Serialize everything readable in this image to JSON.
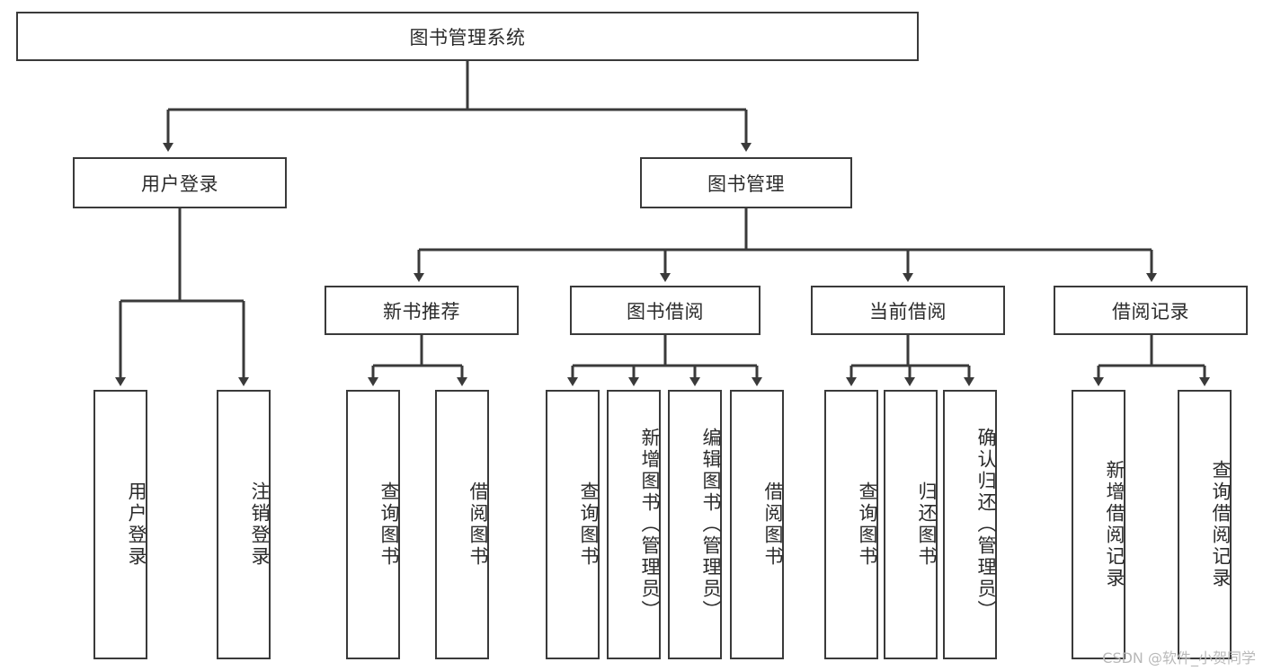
{
  "diagram": {
    "type": "tree",
    "title": "图书管理系统",
    "root": {
      "id": "root",
      "label": "图书管理系统"
    },
    "level2": [
      {
        "id": "user-login",
        "label": "用户登录"
      },
      {
        "id": "book-manage",
        "label": "图书管理"
      }
    ],
    "level3": [
      {
        "id": "new-book-rec",
        "label": "新书推荐",
        "parent": "book-manage"
      },
      {
        "id": "book-borrow",
        "label": "图书借阅",
        "parent": "book-manage"
      },
      {
        "id": "current-borrow",
        "label": "当前借阅",
        "parent": "book-manage"
      },
      {
        "id": "borrow-record",
        "label": "借阅记录",
        "parent": "book-manage"
      }
    ],
    "leaves": [
      {
        "id": "leaf-user-login",
        "label": "用户登录",
        "parent": "user-login"
      },
      {
        "id": "leaf-logout",
        "label": "注销登录",
        "parent": "user-login"
      },
      {
        "id": "leaf-rec-query",
        "label": "查询图书",
        "parent": "new-book-rec"
      },
      {
        "id": "leaf-rec-borrow",
        "label": "借阅图书",
        "parent": "new-book-rec"
      },
      {
        "id": "leaf-borrow-query",
        "label": "查询图书",
        "parent": "book-borrow"
      },
      {
        "id": "leaf-add-book",
        "label": "新增图书（管理员）",
        "parent": "book-borrow"
      },
      {
        "id": "leaf-edit-book",
        "label": "编辑图书（管理员）",
        "parent": "book-borrow"
      },
      {
        "id": "leaf-borrow-book",
        "label": "借阅图书",
        "parent": "book-borrow"
      },
      {
        "id": "leaf-cur-query",
        "label": "查询图书",
        "parent": "current-borrow"
      },
      {
        "id": "leaf-return-book",
        "label": "归还图书",
        "parent": "current-borrow"
      },
      {
        "id": "leaf-confirm-return",
        "label": "确认归还（管理员）",
        "parent": "current-borrow"
      },
      {
        "id": "leaf-add-record",
        "label": "新增借阅记录",
        "parent": "borrow-record"
      },
      {
        "id": "leaf-query-record",
        "label": "查询借阅记录",
        "parent": "borrow-record"
      }
    ],
    "colors": {
      "stroke": "#3a3a3a",
      "fill": "#ffffff",
      "text": "#2b2b2b",
      "watermark": "#b9b9b9"
    }
  },
  "watermark": {
    "text": "CSDN @软件_小贺同学"
  }
}
